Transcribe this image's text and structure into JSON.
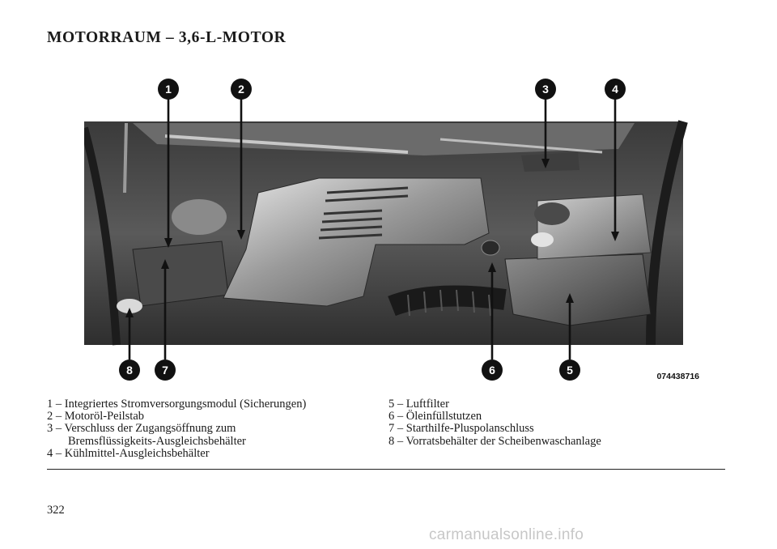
{
  "page": {
    "title": "MOTORRAUM – 3,6-L-MOTOR",
    "page_number": "322",
    "watermark": "carmanualsonline.info"
  },
  "figure": {
    "image_code": "074438716",
    "callouts": [
      "1",
      "2",
      "3",
      "4",
      "5",
      "6",
      "7",
      "8"
    ]
  },
  "legend": {
    "left": [
      "1 – Integriertes Stromversorgungsmodul (Sicherungen)",
      "2 – Motoröl-Peilstab",
      "3 – Verschluss der Zugangsöffnung zum",
      "Bremsflüssigkeits-Ausgleichsbehälter",
      "4 – Kühlmittel-Ausgleichsbehälter"
    ],
    "right": [
      "5 – Luftfilter",
      "6 – Öleinfüllstutzen",
      "7 – Starthilfe-Pluspolanschluss",
      "8 – Vorratsbehälter der Scheibenwaschanlage"
    ]
  }
}
